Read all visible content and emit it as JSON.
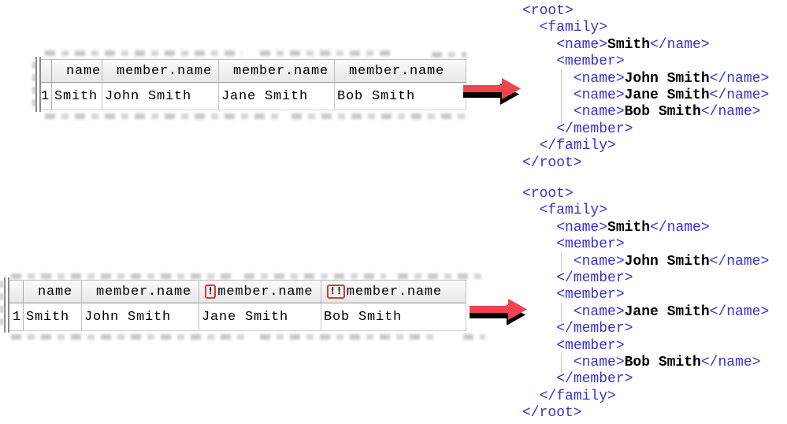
{
  "colors": {
    "tag_blue": "#3633cc",
    "arrow_red": "#ef4450",
    "marker_red": "#dd3636",
    "guide_gray": "#c9c9c9"
  },
  "tables": {
    "top": {
      "row_number": "1",
      "columns": [
        {
          "header": "name",
          "marker": "",
          "cell": "Smith"
        },
        {
          "header": "member.name",
          "marker": "",
          "cell": "John Smith"
        },
        {
          "header": "member.name",
          "marker": "",
          "cell": "Jane Smith"
        },
        {
          "header": "member.name",
          "marker": "",
          "cell": "Bob Smith"
        }
      ]
    },
    "bottom": {
      "row_number": "1",
      "columns": [
        {
          "header": "name",
          "marker": "",
          "cell": "Smith"
        },
        {
          "header": "member.name",
          "marker": "",
          "cell": "John Smith"
        },
        {
          "header": "member.name",
          "marker": "!",
          "cell": "Jane Smith"
        },
        {
          "header": "member.name",
          "marker": "!!",
          "cell": "Bob Smith"
        }
      ]
    }
  },
  "xml_panels": {
    "top": {
      "lines": [
        "<root>",
        "  <family>",
        "    <name>Smith</name>",
        "    <member>",
        "      <name>John Smith</name>",
        "      <name>Jane Smith</name>",
        "      <name>Bob Smith</name>",
        "    </member>",
        "  </family>",
        "</root>"
      ]
    },
    "bottom": {
      "lines": [
        "<root>",
        "  <family>",
        "    <name>Smith</name>",
        "    <member>",
        "      <name>John Smith</name>",
        "    </member>",
        "    <member>",
        "      <name>Jane Smith</name>",
        "    </member>",
        "    <member>",
        "      <name>Bob Smith</name>",
        "    </member>",
        "  </family>",
        "</root>"
      ]
    }
  }
}
